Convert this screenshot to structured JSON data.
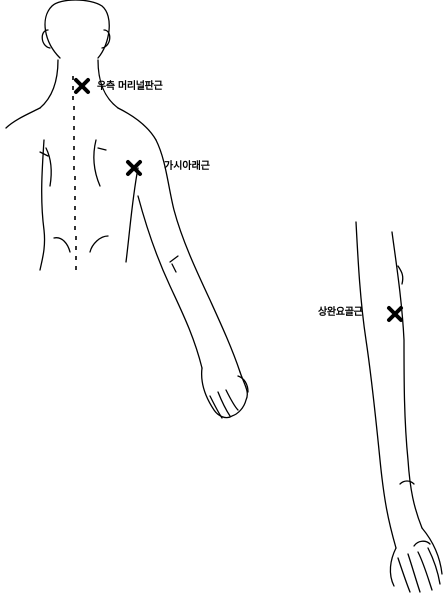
{
  "labels": {
    "neck_muscle": "우측 머리널판근",
    "shoulder_muscle": "가시아래근",
    "forearm_muscle": "상완요골근"
  },
  "colors": {
    "ink": "#000000",
    "background": "#ffffff"
  },
  "markers": [
    "cross-icon",
    "cross-icon",
    "cross-icon"
  ]
}
